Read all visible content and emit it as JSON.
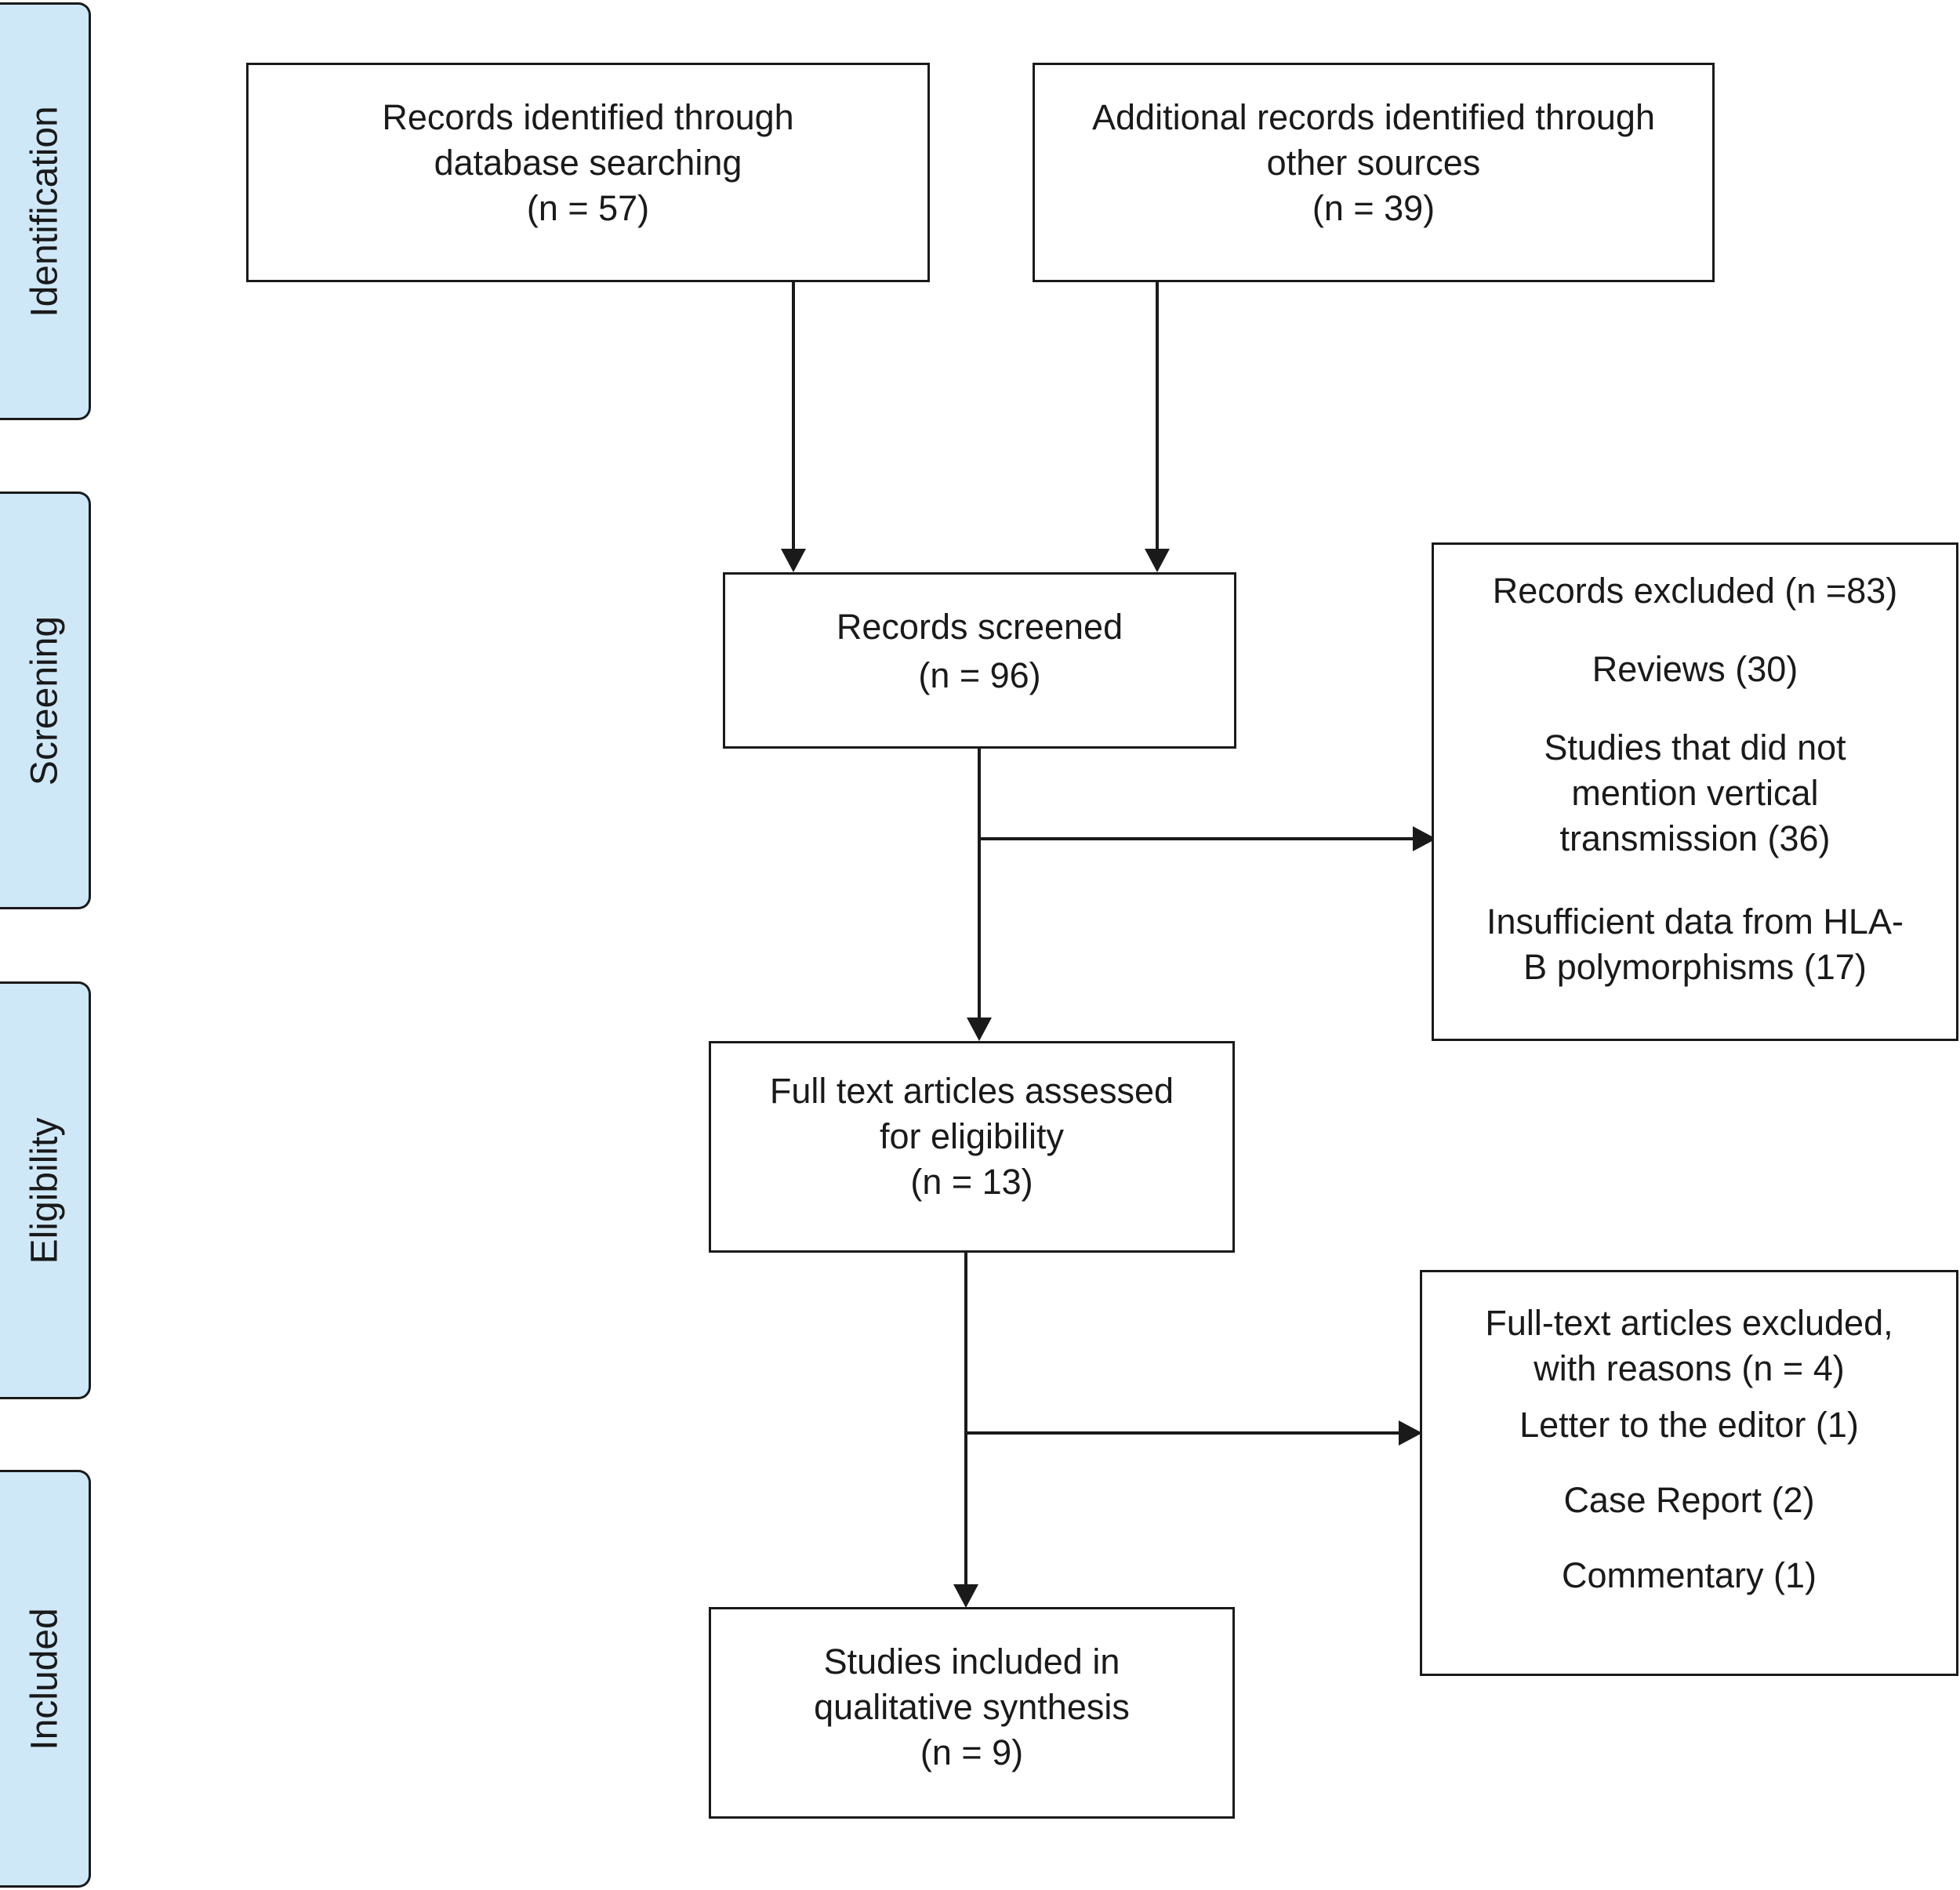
{
  "stages": {
    "identification": "Identification",
    "screening": "Screening",
    "eligibility": "Eligibility",
    "included": "Included"
  },
  "boxes": {
    "database": {
      "line1": "Records identified through",
      "line2": "database searching",
      "line3": "(n = 57)"
    },
    "other_sources": {
      "line1": "Additional records identified through",
      "line2": "other sources",
      "line3": "(n = 39)"
    },
    "screened": {
      "line1": "Records screened",
      "line2": "(n = 96)"
    },
    "records_excluded": {
      "title": "Records excluded (n =83)",
      "reviews": "Reviews (30)",
      "studies_line1": "Studies that did not",
      "studies_line2": "mention vertical",
      "studies_line3": "transmission (36)",
      "insufficient_line1": "Insufficient data from HLA-",
      "insufficient_line2": "B polymorphisms (17)"
    },
    "full_text": {
      "line1": "Full text articles assessed",
      "line2": "for eligibility",
      "line3": "(n = 13)"
    },
    "fulltext_excluded": {
      "title_line1": "Full-text articles excluded,",
      "title_line2": "with reasons (n = 4)",
      "letter": "Letter to the editor (1)",
      "case_report": "Case Report (2)",
      "commentary": "Commentary (1)"
    },
    "included": {
      "line1": "Studies included in",
      "line2": "qualitative synthesis",
      "line3": "(n = 9)"
    }
  },
  "colors": {
    "stage_fill": "#cfe8f8",
    "line": "#1a1a1a"
  }
}
